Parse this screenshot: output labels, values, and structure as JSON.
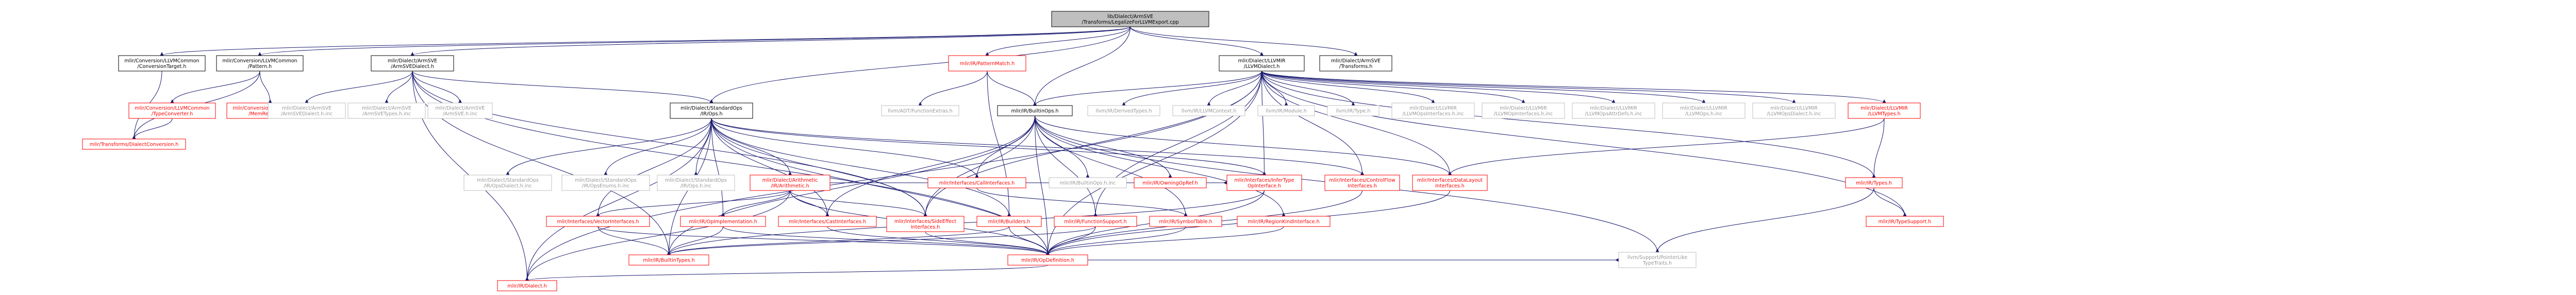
{
  "graph": {
    "root": "lib/Dialect/ArmSVE/Transforms/LegalizeForLLVMExport.cpp",
    "colors": {
      "root_fill": "#bfbfbf",
      "node_fill": "#ffffff",
      "node_border_plain": "#bfbfbf",
      "node_border_linked": "#000000",
      "node_text_linked": "#000000",
      "node_text_external": "#999999",
      "node_border_missing": "#ff0000",
      "node_text_missing": "#ff0000",
      "edge": "#191970"
    },
    "nodes": [
      {
        "id": "root",
        "lines": [
          "lib/Dialect/ArmSVE",
          "/Transforms/LegalizeForLLVMExport.cpp"
        ],
        "kind": "root"
      },
      {
        "id": "convtarget",
        "lines": [
          "mlir/Conversion/LLVMCommon",
          "/ConversionTarget.h"
        ],
        "kind": "linked"
      },
      {
        "id": "pattern",
        "lines": [
          "mlir/Conversion/LLVMCommon",
          "/Pattern.h"
        ],
        "kind": "linked"
      },
      {
        "id": "armsvedialect",
        "lines": [
          "mlir/Dialect/ArmSVE",
          "/ArmSVEDialect.h"
        ],
        "kind": "linked"
      },
      {
        "id": "patternmatch",
        "lines": [
          "mlir/IR/PatternMatch.h"
        ],
        "kind": "missing"
      },
      {
        "id": "llvmdialect",
        "lines": [
          "mlir/Dialect/LLVMIR",
          "/LLVMDialect.h"
        ],
        "kind": "linked"
      },
      {
        "id": "armsvetransforms",
        "lines": [
          "mlir/Dialect/ArmSVE",
          "/Transforms.h"
        ],
        "kind": "linked"
      },
      {
        "id": "typeconverter",
        "lines": [
          "mlir/Conversion/LLVMCommon",
          "/TypeConverter.h"
        ],
        "kind": "missing"
      },
      {
        "id": "memrefbuilder",
        "lines": [
          "mlir/Conversion/LLVMCommon",
          "/MemRefBuilder.h"
        ],
        "kind": "missing"
      },
      {
        "id": "dialectconversion",
        "lines": [
          "mlir/Transforms/DialectConversion.h"
        ],
        "kind": "missing"
      },
      {
        "id": "armsvedialect_inc",
        "lines": [
          "mlir/Dialect/ArmSVE",
          "/ArmSVEDialect.h.inc"
        ],
        "kind": "external"
      },
      {
        "id": "armsvetypes_inc",
        "lines": [
          "mlir/Dialect/ArmSVE",
          "/ArmSVETypes.h.inc"
        ],
        "kind": "external"
      },
      {
        "id": "armsve_inc",
        "lines": [
          "mlir/Dialect/ArmSVE",
          "/ArmSVE.h.inc"
        ],
        "kind": "external"
      },
      {
        "id": "stdops",
        "lines": [
          "mlir/Dialect/StandardOps",
          "/IR/Ops.h"
        ],
        "kind": "linked"
      },
      {
        "id": "functionextras",
        "lines": [
          "llvm/ADT/FunctionExtras.h"
        ],
        "kind": "external"
      },
      {
        "id": "builtinops",
        "lines": [
          "mlir/IR/BuiltinOps.h"
        ],
        "kind": "linked"
      },
      {
        "id": "derivedtypes",
        "lines": [
          "llvm/IR/DerivedTypes.h"
        ],
        "kind": "external"
      },
      {
        "id": "llvmcontext",
        "lines": [
          "llvm/IR/LLVMContext.h"
        ],
        "kind": "external"
      },
      {
        "id": "module",
        "lines": [
          "llvm/IR/Module.h"
        ],
        "kind": "external"
      },
      {
        "id": "irtype",
        "lines": [
          "llvm/IR/Type.h"
        ],
        "kind": "external"
      },
      {
        "id": "llvmopsinterfaces",
        "lines": [
          "mlir/Dialect/LLVMIR",
          "/LLVMOpsInterfaces.h.inc"
        ],
        "kind": "external"
      },
      {
        "id": "llvmopinterfaces",
        "lines": [
          "mlir/Dialect/LLVMIR",
          "/LLVMOpInterfaces.h.inc"
        ],
        "kind": "external"
      },
      {
        "id": "llvmopsattrdefs",
        "lines": [
          "mlir/Dialect/LLVMIR",
          "/LLVMOpsAttrDefs.h.inc"
        ],
        "kind": "external"
      },
      {
        "id": "llvmops_inc",
        "lines": [
          "mlir/Dialect/LLVMIR",
          "/LLVMOps.h.inc"
        ],
        "kind": "external"
      },
      {
        "id": "llvmopsdialect_inc",
        "lines": [
          "mlir/Dialect/LLVMIR",
          "/LLVMOpsDialect.h.inc"
        ],
        "kind": "external"
      },
      {
        "id": "llvmtypes",
        "lines": [
          "mlir/Dialect/LLVMIR",
          "/LLVMTypes.h"
        ],
        "kind": "missing"
      },
      {
        "id": "stdopsdialect_inc",
        "lines": [
          "mlir/Dialect/StandardOps",
          "/IR/OpsDialect.h.inc"
        ],
        "kind": "external"
      },
      {
        "id": "stdopsenums_inc",
        "lines": [
          "mlir/Dialect/StandardOps",
          "/IR/OpsEnums.h.inc"
        ],
        "kind": "external"
      },
      {
        "id": "stdops_inc",
        "lines": [
          "mlir/Dialect/StandardOps",
          "/IR/Ops.h.inc"
        ],
        "kind": "external"
      },
      {
        "id": "arithmetic",
        "lines": [
          "mlir/Dialect/Arithmetic",
          "/IR/Arithmetic.h"
        ],
        "kind": "missing"
      },
      {
        "id": "callinterfaces",
        "lines": [
          "mlir/Interfaces/CallInterfaces.h"
        ],
        "kind": "missing"
      },
      {
        "id": "builtinops_inc",
        "lines": [
          "mlir/IR/BuiltinOps.h.inc"
        ],
        "kind": "external"
      },
      {
        "id": "owningopref",
        "lines": [
          "mlir/IR/OwningOpRef.h"
        ],
        "kind": "missing"
      },
      {
        "id": "infertype",
        "lines": [
          "mlir/Interfaces/InferType",
          "OpInterface.h"
        ],
        "kind": "missing"
      },
      {
        "id": "controlflow",
        "lines": [
          "mlir/Interfaces/ControlFlow",
          "Interfaces.h"
        ],
        "kind": "missing"
      },
      {
        "id": "datalayout",
        "lines": [
          "mlir/Interfaces/DataLayout",
          "Interfaces.h"
        ],
        "kind": "missing"
      },
      {
        "id": "irtypes",
        "lines": [
          "mlir/IR/Types.h"
        ],
        "kind": "missing"
      },
      {
        "id": "vectorinterfaces",
        "lines": [
          "mlir/Interfaces/VectorInterfaces.h"
        ],
        "kind": "missing"
      },
      {
        "id": "opimplementation",
        "lines": [
          "mlir/IR/OpImplementation.h"
        ],
        "kind": "missing"
      },
      {
        "id": "castinterfaces",
        "lines": [
          "mlir/Interfaces/CastInterfaces.h"
        ],
        "kind": "missing"
      },
      {
        "id": "sideeffect",
        "lines": [
          "mlir/Interfaces/SideEffect",
          "Interfaces.h"
        ],
        "kind": "missing"
      },
      {
        "id": "builders",
        "lines": [
          "mlir/IR/Builders.h"
        ],
        "kind": "missing"
      },
      {
        "id": "functionsupport",
        "lines": [
          "mlir/IR/FunctionSupport.h"
        ],
        "kind": "missing"
      },
      {
        "id": "symboltable",
        "lines": [
          "mlir/IR/SymbolTable.h"
        ],
        "kind": "missing"
      },
      {
        "id": "regionkind",
        "lines": [
          "mlir/IR/RegionKindInterface.h"
        ],
        "kind": "missing"
      },
      {
        "id": "typesupport",
        "lines": [
          "mlir/IR/TypeSupport.h"
        ],
        "kind": "missing"
      },
      {
        "id": "builtintypes",
        "lines": [
          "mlir/IR/BuiltinTypes.h"
        ],
        "kind": "missing"
      },
      {
        "id": "opdefinition",
        "lines": [
          "mlir/IR/OpDefinition.h"
        ],
        "kind": "missing"
      },
      {
        "id": "dialect",
        "lines": [
          "mlir/IR/Dialect.h"
        ],
        "kind": "missing"
      },
      {
        "id": "pointerlike",
        "lines": [
          "llvm/Support/PointerLike",
          "TypeTraits.h"
        ],
        "kind": "external"
      }
    ],
    "edges": [
      [
        "root",
        "convtarget"
      ],
      [
        "root",
        "pattern"
      ],
      [
        "root",
        "armsvedialect"
      ],
      [
        "root",
        "stdops"
      ],
      [
        "root",
        "patternmatch"
      ],
      [
        "root",
        "builtinops"
      ],
      [
        "root",
        "llvmdialect"
      ],
      [
        "root",
        "armsvetransforms"
      ],
      [
        "convtarget",
        "dialectconversion"
      ],
      [
        "pattern",
        "typeconverter"
      ],
      [
        "pattern",
        "memrefbuilder"
      ],
      [
        "pattern",
        "dialectconversion"
      ],
      [
        "typeconverter",
        "dialectconversion"
      ],
      [
        "armsvedialect",
        "armsvedialect_inc"
      ],
      [
        "armsvedialect",
        "armsvetypes_inc"
      ],
      [
        "armsvedialect",
        "armsve_inc"
      ],
      [
        "armsvedialect",
        "stdops"
      ],
      [
        "armsvedialect",
        "sideeffect"
      ],
      [
        "armsvedialect",
        "builtintypes"
      ],
      [
        "armsvedialect",
        "dialect"
      ],
      [
        "armsvedialect",
        "opdefinition"
      ],
      [
        "patternmatch",
        "functionextras"
      ],
      [
        "patternmatch",
        "builtinops"
      ],
      [
        "patternmatch",
        "builders"
      ],
      [
        "llvmdialect",
        "builtinops"
      ],
      [
        "llvmdialect",
        "derivedtypes"
      ],
      [
        "llvmdialect",
        "llvmcontext"
      ],
      [
        "llvmdialect",
        "module"
      ],
      [
        "llvmdialect",
        "irtype"
      ],
      [
        "llvmdialect",
        "llvmopsinterfaces"
      ],
      [
        "llvmdialect",
        "llvmopinterfaces"
      ],
      [
        "llvmdialect",
        "llvmopsattrdefs"
      ],
      [
        "llvmdialect",
        "llvmops_inc"
      ],
      [
        "llvmdialect",
        "llvmopsdialect_inc"
      ],
      [
        "llvmdialect",
        "llvmtypes"
      ],
      [
        "llvmdialect",
        "infertype"
      ],
      [
        "llvmdialect",
        "controlflow"
      ],
      [
        "llvmdialect",
        "datalayout"
      ],
      [
        "llvmdialect",
        "irtypes"
      ],
      [
        "llvmdialect",
        "typesupport"
      ],
      [
        "llvmdialect",
        "functionsupport"
      ],
      [
        "llvmdialect",
        "dialect"
      ],
      [
        "llvmdialect",
        "opdefinition"
      ],
      [
        "llvmdialect",
        "sideeffect"
      ],
      [
        "stdops",
        "stdopsdialect_inc"
      ],
      [
        "stdops",
        "stdopsenums_inc"
      ],
      [
        "stdops",
        "stdops_inc"
      ],
      [
        "stdops",
        "arithmetic"
      ],
      [
        "stdops",
        "callinterfaces"
      ],
      [
        "stdops",
        "controlflow"
      ],
      [
        "stdops",
        "vectorinterfaces"
      ],
      [
        "stdops",
        "opimplementation"
      ],
      [
        "stdops",
        "castinterfaces"
      ],
      [
        "stdops",
        "sideeffect"
      ],
      [
        "stdops",
        "builders"
      ],
      [
        "stdops",
        "builtintypes"
      ],
      [
        "stdops",
        "dialect"
      ],
      [
        "stdops",
        "opdefinition"
      ],
      [
        "stdops",
        "infertype"
      ],
      [
        "arithmetic",
        "vectorinterfaces"
      ],
      [
        "arithmetic",
        "opimplementation"
      ],
      [
        "arithmetic",
        "castinterfaces"
      ],
      [
        "arithmetic",
        "sideeffect"
      ],
      [
        "arithmetic",
        "infertype"
      ],
      [
        "arithmetic",
        "opdefinition"
      ],
      [
        "arithmetic",
        "dialect"
      ],
      [
        "builtinops",
        "builtinops_inc"
      ],
      [
        "builtinops",
        "owningopref"
      ],
      [
        "builtinops",
        "callinterfaces"
      ],
      [
        "builtinops",
        "castinterfaces"
      ],
      [
        "builtinops",
        "datalayout"
      ],
      [
        "builtinops",
        "functionsupport"
      ],
      [
        "builtinops",
        "symboltable"
      ],
      [
        "builtinops",
        "regionkind"
      ],
      [
        "builtinops",
        "sideeffect"
      ],
      [
        "builtinops",
        "pointerlike"
      ],
      [
        "builtinops",
        "opdefinition"
      ],
      [
        "builtinops",
        "builtintypes"
      ],
      [
        "callinterfaces",
        "symboltable"
      ],
      [
        "infertype",
        "opdefinition"
      ],
      [
        "infertype",
        "builtintypes"
      ],
      [
        "controlflow",
        "opdefinition"
      ],
      [
        "datalayout",
        "opdefinition"
      ],
      [
        "llvmtypes",
        "irtypes"
      ],
      [
        "llvmtypes",
        "datalayout"
      ],
      [
        "irtypes",
        "typesupport"
      ],
      [
        "irtypes",
        "pointerlike"
      ],
      [
        "vectorinterfaces",
        "opdefinition"
      ],
      [
        "vectorinterfaces",
        "builtintypes"
      ],
      [
        "opimplementation",
        "opdefinition"
      ],
      [
        "opimplementation",
        "builtintypes"
      ],
      [
        "castinterfaces",
        "opdefinition"
      ],
      [
        "sideeffect",
        "opdefinition"
      ],
      [
        "builders",
        "opdefinition"
      ],
      [
        "builders",
        "builtintypes"
      ],
      [
        "functionsupport",
        "opdefinition"
      ],
      [
        "functionsupport",
        "builtintypes"
      ],
      [
        "symboltable",
        "opdefinition"
      ],
      [
        "regionkind",
        "opdefinition"
      ],
      [
        "opdefinition",
        "dialect"
      ],
      [
        "opdefinition",
        "pointerlike"
      ]
    ]
  }
}
